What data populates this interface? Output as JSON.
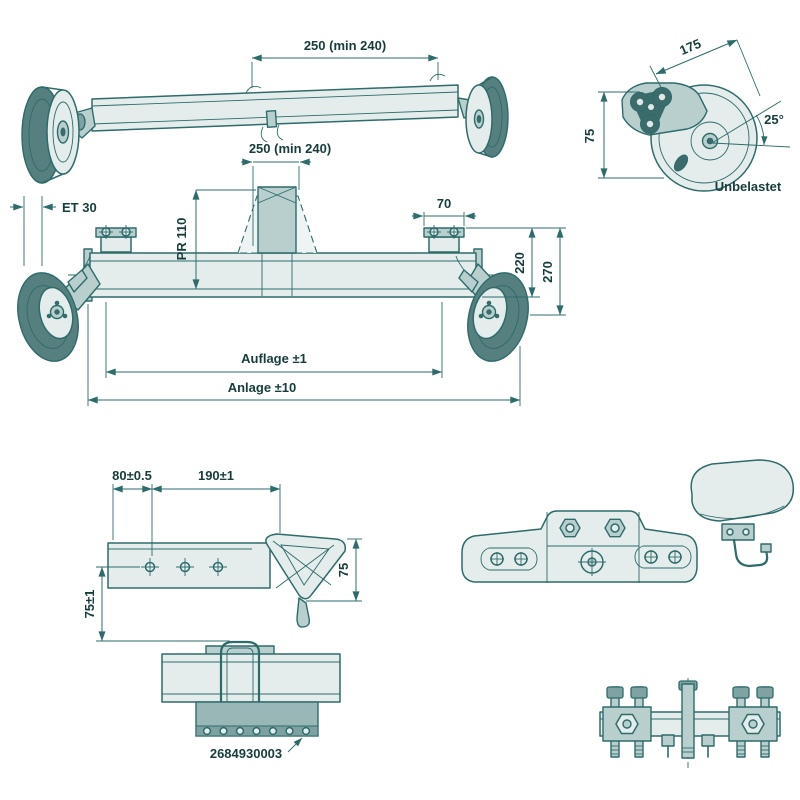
{
  "drawing": {
    "background": "#ffffff",
    "line_color": "#2e6b6b",
    "labels": {
      "top_width": "250 (min 240)",
      "mid_width": "250 (min 240)",
      "wheel_offset": "ET 30",
      "pr_size": "PR 110",
      "plate_width_70": "70",
      "height_220": "220",
      "height_270": "270",
      "auflage": "Auflage ±1",
      "anlage": "Anlage ±10",
      "arm_length_175": "175",
      "arm_height_75": "75",
      "angle_25": "25°",
      "unloaded": "Unbelastet",
      "bracket_80": "80±0.5",
      "bracket_190": "190±1",
      "bracket_75": "75",
      "bracket_75_1": "75±1",
      "part_number": "2684930003"
    }
  }
}
